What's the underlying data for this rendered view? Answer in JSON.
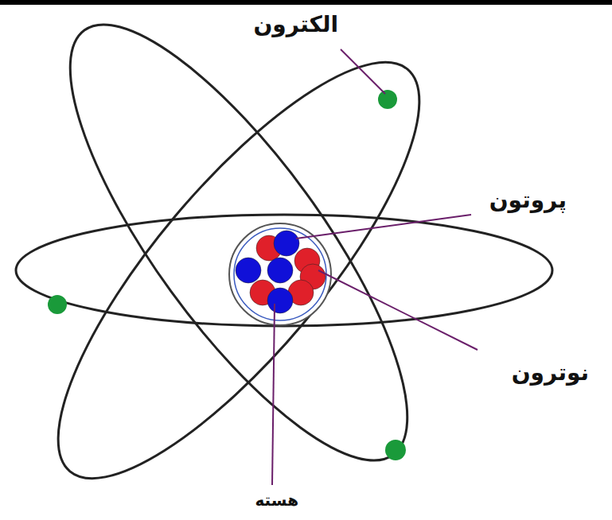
{
  "diagram": {
    "labels": [
      "الکترون",
      "پروتون",
      "نوترون",
      "هسته"
    ]
  }
}
